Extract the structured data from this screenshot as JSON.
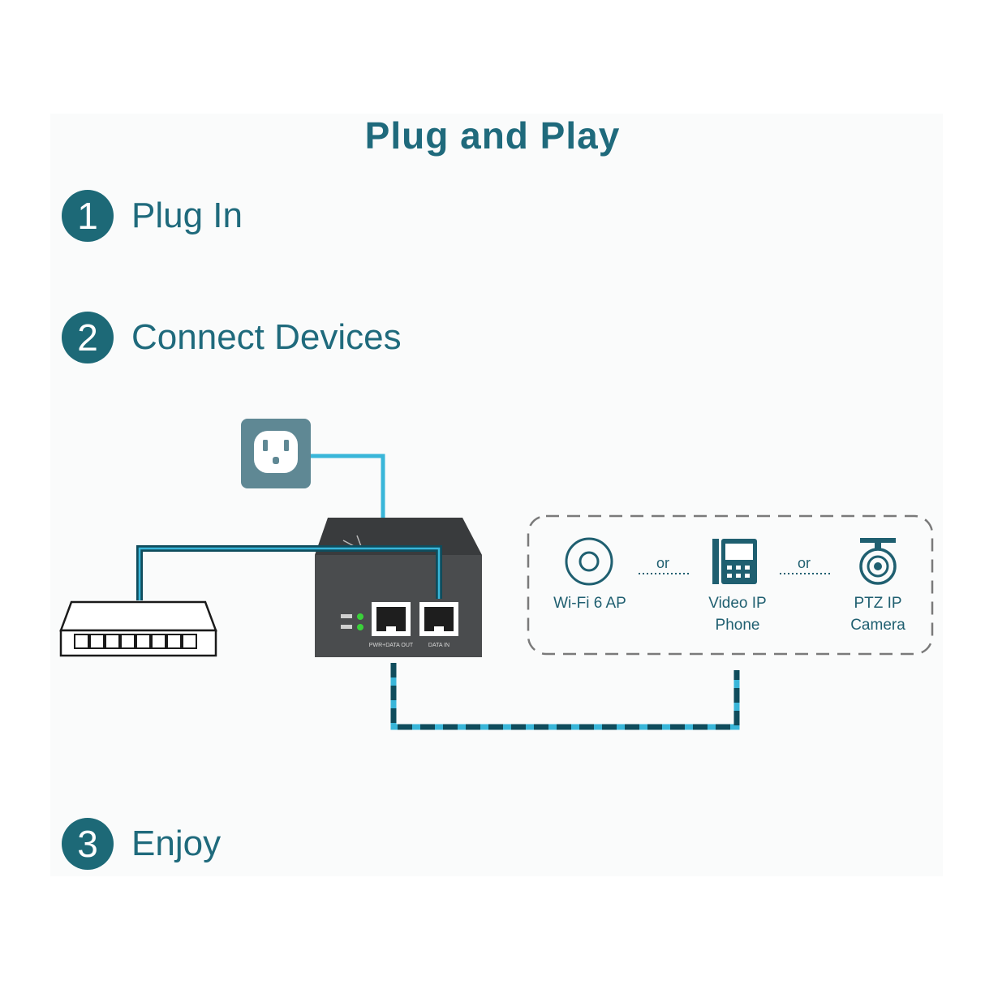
{
  "title": "Plug and Play",
  "steps": [
    {
      "number": "1",
      "label": "Plug In"
    },
    {
      "number": "2",
      "label": "Connect Devices"
    },
    {
      "number": "3",
      "label": "Enjoy"
    }
  ],
  "injector": {
    "port_label_left": "PWR+DATA OUT",
    "port_label_right": "DATA IN"
  },
  "devices": [
    {
      "icon": "wifi-access-point-icon",
      "label_line1": "Wi-Fi 6 AP",
      "label_line2": ""
    },
    {
      "icon": "ip-phone-icon",
      "label_line1": "Video IP",
      "label_line2": "Phone"
    },
    {
      "icon": "ptz-camera-icon",
      "label_line1": "PTZ IP",
      "label_line2": "Camera"
    }
  ],
  "separators": [
    "or",
    "or"
  ],
  "colors": {
    "brand_teal": "#1d6977",
    "cable_light": "#39b6d9",
    "cable_dark": "#0f4c5c",
    "injector_body": "#47494b",
    "outlet": "#5f8894",
    "led_green": "#3ad13a"
  }
}
